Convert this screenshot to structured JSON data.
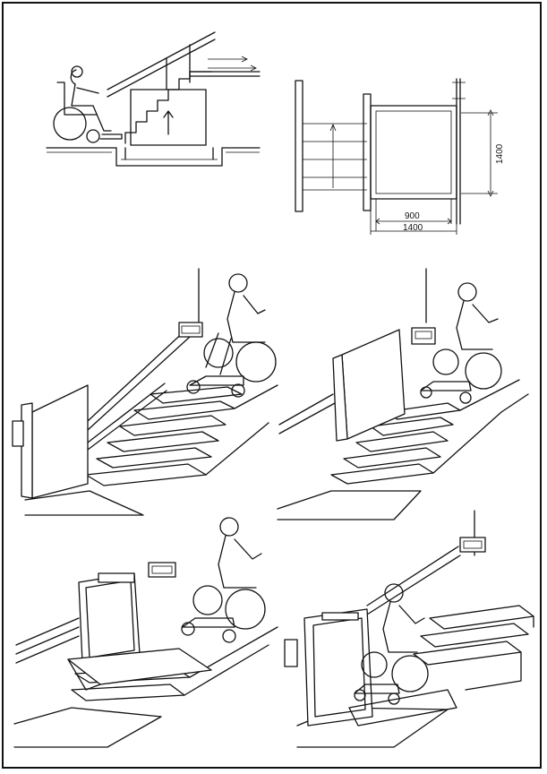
{
  "plan_dimensions": {
    "inner_width": "900",
    "outer_width": "1400",
    "depth": "1400"
  }
}
